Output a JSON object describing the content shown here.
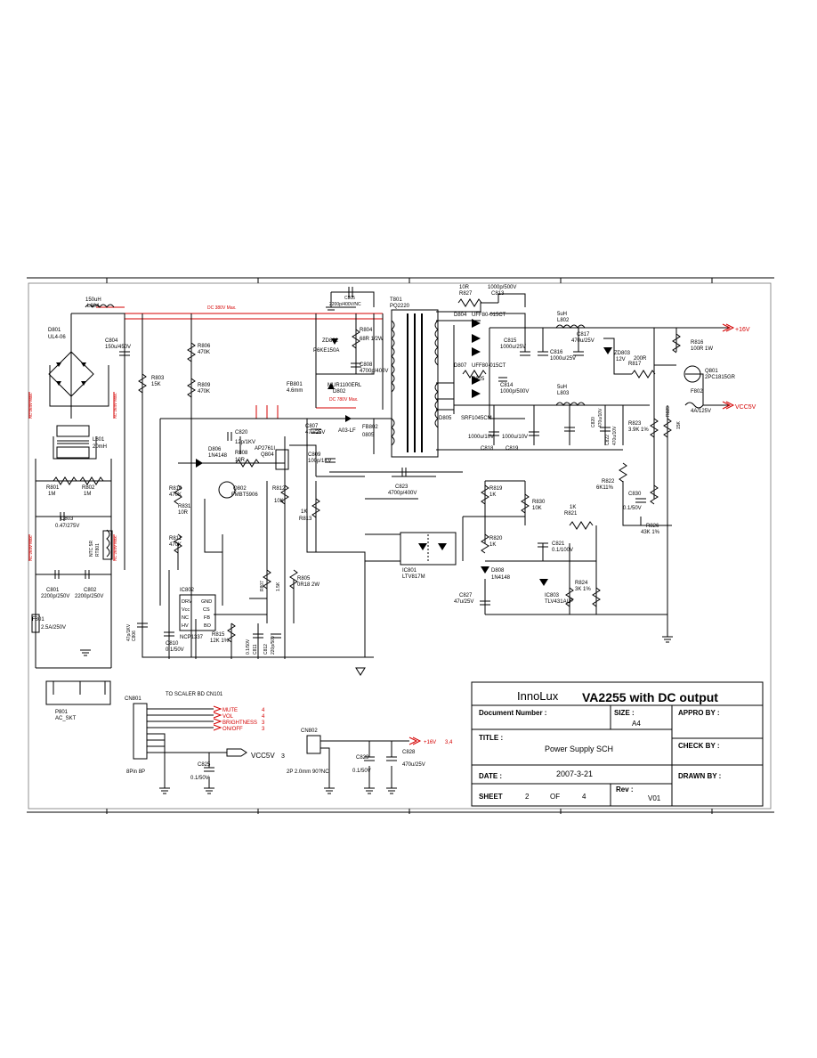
{
  "title_block": {
    "company": "InnoLux",
    "model": "VA2255 with DC output",
    "doc_number_label": "Document Number :",
    "size_label": "SIZE :",
    "size_value": "A4",
    "appro_label": "APPRO BY :",
    "title_label": "TITLE :",
    "title_value": "Power Supply SCH",
    "check_label": "CHECK BY :",
    "date_label": "DATE :",
    "date_value": "2007-3-21",
    "drawn_label": "DRAWN BY :",
    "sheet_label": "SHEET",
    "sheet_num": "2",
    "of_label": "OF",
    "sheet_total": "4",
    "rev_label": "Rev :",
    "rev_value": "V01"
  },
  "nets": {
    "dc_bus": "DC 380V Max.",
    "dc_clamp": "DC 780V Max.",
    "out_16v": "+16V",
    "out_vcc5v": "VCC5V",
    "ac_max_1": "AC 264V Max.",
    "ac_max_2": "AC 264V Max.",
    "ac_max_3": "AC 264V Max.",
    "ac_max_4": "AC 264V Max."
  },
  "components": {
    "bridge": [
      "D801",
      "UL4-06"
    ],
    "l804": [
      "150uH",
      "L804"
    ],
    "c804": [
      "C804",
      "150u/450V"
    ],
    "r803": [
      "R803",
      "15K"
    ],
    "r806": [
      "R806",
      "470K"
    ],
    "r809": [
      "R809",
      "470K"
    ],
    "l801": [
      "L801",
      "20mH"
    ],
    "r801": [
      "R801",
      "1M"
    ],
    "r802": [
      "R802",
      "1M"
    ],
    "c803": [
      "C803",
      "0.47/275V"
    ],
    "ntc": [
      "NTC 5R",
      "RT801"
    ],
    "c801": [
      "C801",
      "2200p/250V"
    ],
    "c802": [
      "C802",
      "2200p/250V"
    ],
    "f801": [
      "F801",
      "2.5A/250V"
    ],
    "p801": [
      "P801",
      "AC_SKT"
    ],
    "c805": [
      "C805",
      "2200p/400V/NC"
    ],
    "zd802": [
      "ZD802",
      "P6KE150A"
    ],
    "r804": [
      "R804",
      "68R 1/2W"
    ],
    "c808": [
      "C808",
      "4700p/400V"
    ],
    "fb801": [
      "FB801",
      "4.6mm"
    ],
    "d802": [
      "MUR1100ERL",
      "D802"
    ],
    "t801": [
      "T801",
      "PQ2220"
    ],
    "c807": [
      "C807",
      "47u/25V"
    ],
    "d803": [
      "D803",
      "A03-LF"
    ],
    "fb802": [
      "FB802",
      "0805"
    ],
    "c809": [
      "C809",
      "100p/1KV"
    ],
    "c820": [
      "C820",
      "12p/1KV"
    ],
    "d806": [
      "D806",
      "1N4148"
    ],
    "r808": [
      "R808",
      "10R"
    ],
    "q804": [
      "AP2761I",
      "Q804"
    ],
    "r810": [
      "R810",
      "470K"
    ],
    "r831": [
      "R831",
      "10R"
    ],
    "q802": [
      "Q802",
      "FMBT5906"
    ],
    "r812": [
      "R812",
      "10K"
    ],
    "r813": [
      "1K",
      "R813"
    ],
    "r811": [
      "R811",
      "470K"
    ],
    "r807": [
      "R807",
      "1.5K"
    ],
    "r805": [
      "R805",
      "0R18 2W"
    ],
    "ic802": [
      "IC802",
      "NCP1337"
    ],
    "c806": [
      "C806",
      "47p/1KV"
    ],
    "c810": [
      "C810",
      "0.1/50V"
    ],
    "r815": [
      "R815",
      "12K 1%"
    ],
    "c811": [
      "C811",
      "0.1/50V"
    ],
    "c812": [
      "C812",
      "220p/50V"
    ],
    "c823": [
      "C823",
      "4700p/400V"
    ],
    "r827": [
      "10R",
      "R827"
    ],
    "c813": [
      "1000p/500V",
      "C813"
    ],
    "d804": [
      "D804",
      "UFF80-015CT"
    ],
    "d807": [
      "D807",
      "UFF80-015CT"
    ],
    "r825": [
      "R825"
    ],
    "d805": [
      "D805",
      "SRF1045CM"
    ],
    "c815": [
      "C815",
      "1000u/25V"
    ],
    "c816": [
      "C816",
      "1000u/25V"
    ],
    "l802": [
      "5uH",
      "L802"
    ],
    "c817": [
      "C817",
      "470u/25V"
    ],
    "zd803": [
      "ZD803",
      "12V"
    ],
    "r817": [
      "R817",
      "200R"
    ],
    "r816": [
      "R816",
      "100R 1W"
    ],
    "q801": [
      "Q801",
      "2PC1815GR"
    ],
    "f802": [
      "F802",
      "4A/125V"
    ],
    "c814": [
      "C814",
      "1000p/500V"
    ],
    "l803": [
      "5uH",
      "L803"
    ],
    "c818": [
      "1000u/10V",
      "C818"
    ],
    "c819": [
      "1000u/10V",
      "C819"
    ],
    "c820b": [
      "C820",
      "470u/10V"
    ],
    "c822": [
      "C822",
      "470u/10V"
    ],
    "r823": [
      "R823",
      "3.9K 1%"
    ],
    "r829": [
      "R829",
      "15K"
    ],
    "r822": [
      "R822",
      "6K11%"
    ],
    "c830": [
      "C830",
      "0.1/50V"
    ],
    "r826": [
      "R826",
      "43K 1%"
    ],
    "r819": [
      "R819",
      "1K"
    ],
    "r830": [
      "R830",
      "10K"
    ],
    "r821": [
      "1K",
      "R821"
    ],
    "c821": [
      "C821",
      "0.1/100V"
    ],
    "ic801": [
      "IC801",
      "LTV817M"
    ],
    "r820": [
      "R820",
      "1K"
    ],
    "d808": [
      "D808",
      "1N4148"
    ],
    "r824": [
      "R824",
      "3K 1%"
    ],
    "ic803": [
      "IC803",
      "TLV431ALP"
    ],
    "c827": [
      "C827",
      "47u/25V"
    ],
    "cn801": [
      "CN801",
      "8Pin 8P"
    ],
    "cn802": [
      "CN802",
      "2P 2.0mm 90?NC"
    ],
    "c825": [
      "C825",
      "0.1/50V"
    ],
    "c829": [
      "C829",
      "0.1/50V"
    ],
    "c828": [
      "C828",
      "470u/25V"
    ]
  },
  "ic802_pins": [
    "DRV",
    "GND",
    "Vcc",
    "CS",
    "NC",
    "FB",
    "HV",
    "BO"
  ],
  "scaler": {
    "heading": "TO SCALER BD CN101",
    "signals": [
      "MUTE",
      "VOL",
      "BRIGHTNESS",
      "ON/OFF"
    ],
    "signal_pages": [
      "4",
      "4",
      "3",
      "3"
    ],
    "vcc_label": "VCC5V",
    "vcc_page": "3",
    "p16_label": "+16V",
    "p16_page": "3,4"
  }
}
